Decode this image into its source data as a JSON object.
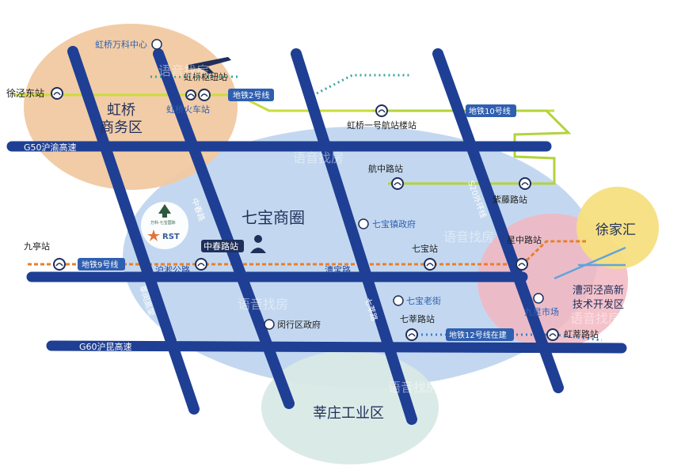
{
  "districts": {
    "hongqiao": [
      "虹桥",
      "商务区"
    ],
    "qibao": "七宝商圈",
    "xinzhuang": "莘庄工业区",
    "xujiahui": "徐家汇",
    "caohejing": [
      "漕河泾高新",
      "技术开发区"
    ]
  },
  "roads": {
    "g50": "G50沪渝高速",
    "g60": "G60沪昆高速",
    "hungsong": "沪淞公路",
    "caobao": "漕宝路",
    "zhongchun": "中春路",
    "qixin": "七莘路",
    "s20": "S20外环线",
    "xinmin": "莘闵高架"
  },
  "metro_lines": {
    "line2": "地铁2号线",
    "line10": "地铁10号线",
    "line9": "地铁9号线",
    "line12": "地铁12号线在建"
  },
  "stations": {
    "xujingdong": "徐泾东站",
    "hongqiao_hub": "虹桥枢纽站",
    "hongqiao_rail": "虹桥火车站",
    "terminal1": "虹桥一号航站楼站",
    "hangzhong": "航中路站",
    "ziteng": "紫藤路站",
    "jiuting": "九亭站",
    "zhongchun": "中春路站",
    "qibao": "七宝站",
    "xingzhong": "星中路站",
    "qixin": "七莘路站",
    "hongxin": "虹莘路站"
  },
  "pois": {
    "wanke": "虹桥万科中心",
    "qibao_gov": "七宝镇政府",
    "qibao_oldstreet": "七宝老街",
    "minhang_gov": "闵行区政府",
    "jiuxing": "九星市场"
  },
  "project": {
    "brand": "万科·七宝国际",
    "logo_text": "RST"
  },
  "watermark": "语音找房",
  "colors": {
    "road": "#1f3f94",
    "road_edge": "#17337a",
    "line2": "#c8dc3c",
    "line10": "#b4d23c",
    "teal_dots": "#3aa5a0",
    "line9": "#e87e2a",
    "line12": "#3a7fc8",
    "label_bg": "#2f5fb0",
    "qibao_blob": "#b8d2ee",
    "hongqiao_blob": "#f0c8a0",
    "xinzhuang_blob": "#d7e8e6",
    "xujiahui_blob": "#f6df7e",
    "caohejing_blob": "#f2b6c0"
  }
}
